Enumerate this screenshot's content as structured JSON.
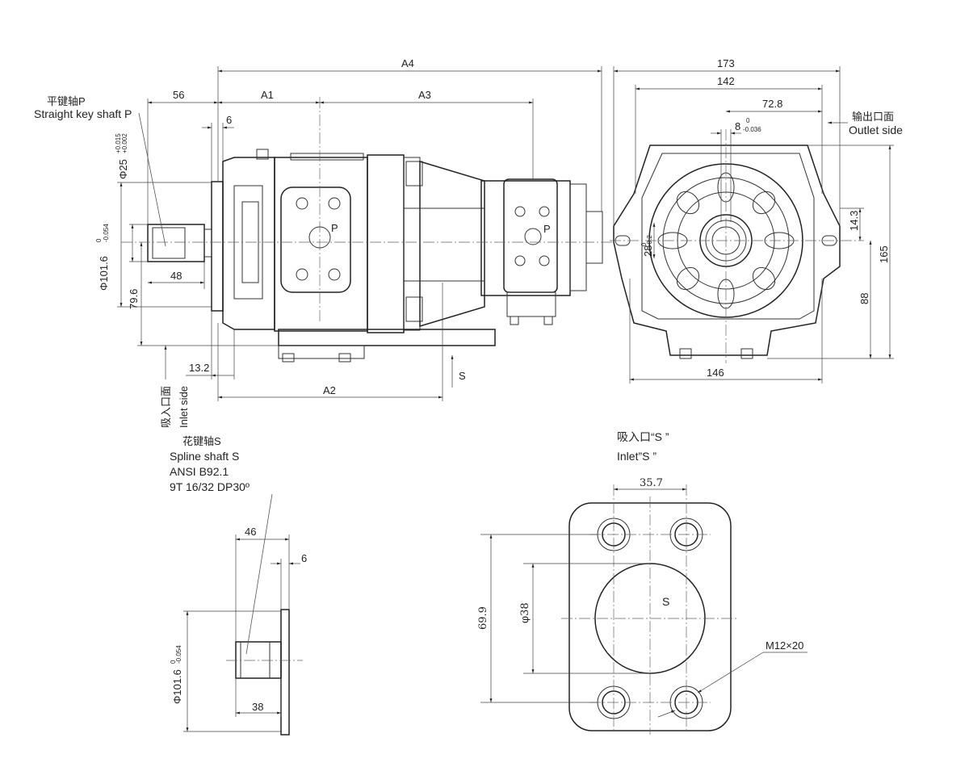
{
  "dims": {
    "a4": "A4",
    "a1": "A1",
    "a3": "A3",
    "a2": "A2",
    "d56": "56",
    "d6": "6",
    "d48": "48",
    "d13_2": "13.2",
    "phi25": "Φ25",
    "phi25_tol_up": "+0.015",
    "phi25_tol_lo": "+0.002",
    "phi101": "Φ101.6",
    "phi101_tol_up": "0",
    "phi101_tol_lo": "-0.054",
    "d79_6": "79.6",
    "d173": "173",
    "d142": "142",
    "d72_8": "72.8",
    "d8": "8",
    "d8_tol_up": "0",
    "d8_tol_lo": "-0.036",
    "d28": "28",
    "d28_tol_lo": "-0.2",
    "d28_tol_up": "0",
    "d14_3": "14.3",
    "d165": "165",
    "d88": "88",
    "d146": "146",
    "s46": "46",
    "s6": "6",
    "s38": "38",
    "sphi101": "Φ101.6",
    "sphi101_tol": "-0.054",
    "sphi101_tol_up": "0",
    "p35_7": "35.7",
    "p69_9": "69.9",
    "pphi38": "φ38",
    "m12": "M12×20"
  },
  "labels": {
    "flat_key_cn": "平键轴P",
    "flat_key_en": "Straight key shaft P",
    "outlet_cn": "输出口面",
    "outlet_en": "Outlet side",
    "inlet_cn": "吸入口面",
    "inlet_en": "Inlet side",
    "port_p_main": "P",
    "port_p_small": "P",
    "s_arrow": "S",
    "spline_cn": "花键轴S",
    "spline_en": "Spline shaft S",
    "spline_std": "ANSI B92.1",
    "spline_spec": "9T 16/32 DP30º",
    "inlet_port_cn": "吸入口“S ”",
    "inlet_port_en": "Inlet”S ”",
    "s_center": "S"
  }
}
